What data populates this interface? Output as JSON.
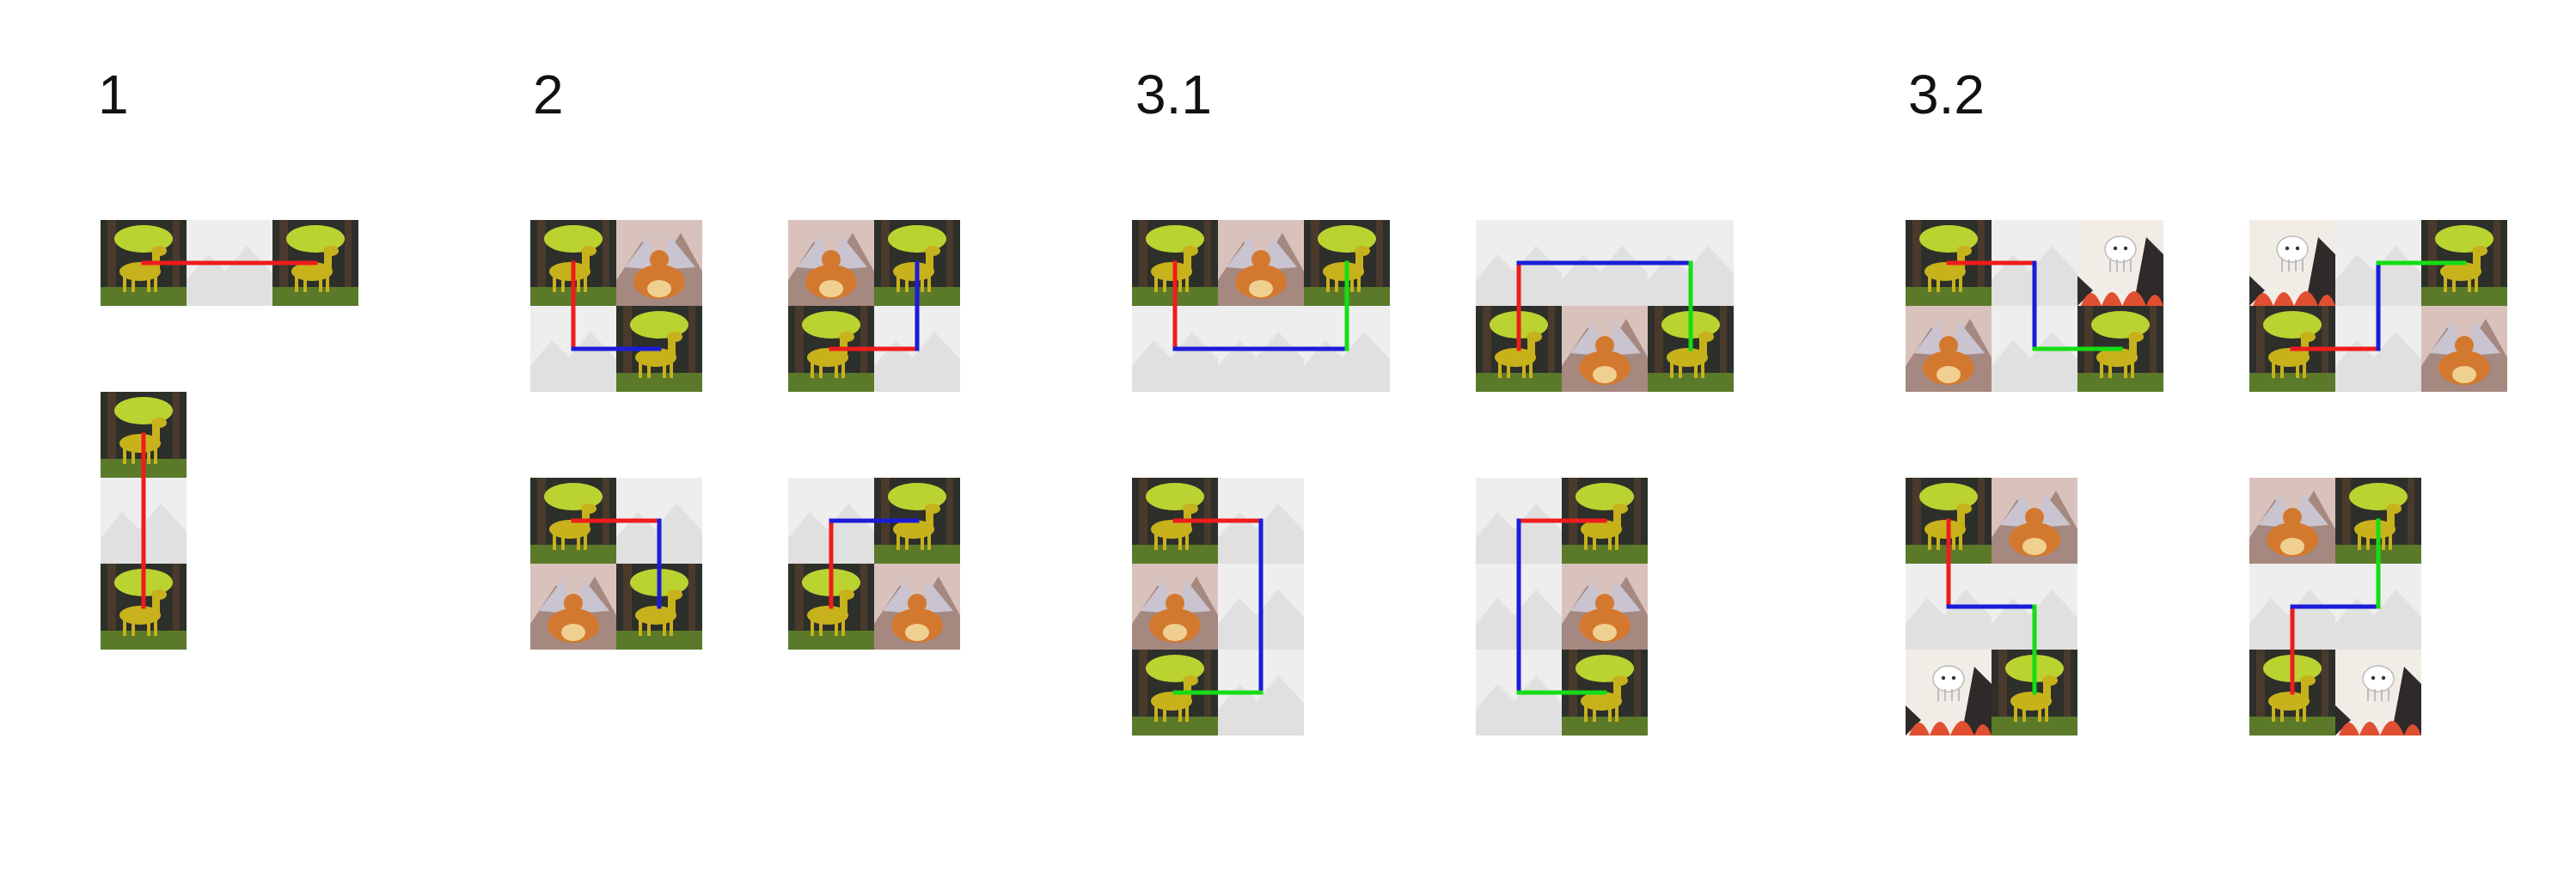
{
  "sections": {
    "s1": {
      "label": "1"
    },
    "s2": {
      "label": "2"
    },
    "s31": {
      "label": "3.1"
    },
    "s32": {
      "label": "3.2"
    }
  },
  "tile_types": {
    "D": "deer-tile",
    "C": "dragon-tile",
    "J": "jellyfish-tile",
    "E": "empty-tile"
  },
  "colors": {
    "red": "#ee1c1c",
    "blue": "#1c1cd8",
    "green": "#15dd15",
    "empty_bg": "#eeeeee",
    "forest": "#2d2f2a",
    "grass": "#5a7a2a",
    "deer": "#c8b21c",
    "glow": "#d4f032",
    "dragon_bg": "#d9c2bc",
    "dragon": "#d3792f",
    "jelly_bg": "#f2ece6",
    "coral": "#e05030"
  }
}
